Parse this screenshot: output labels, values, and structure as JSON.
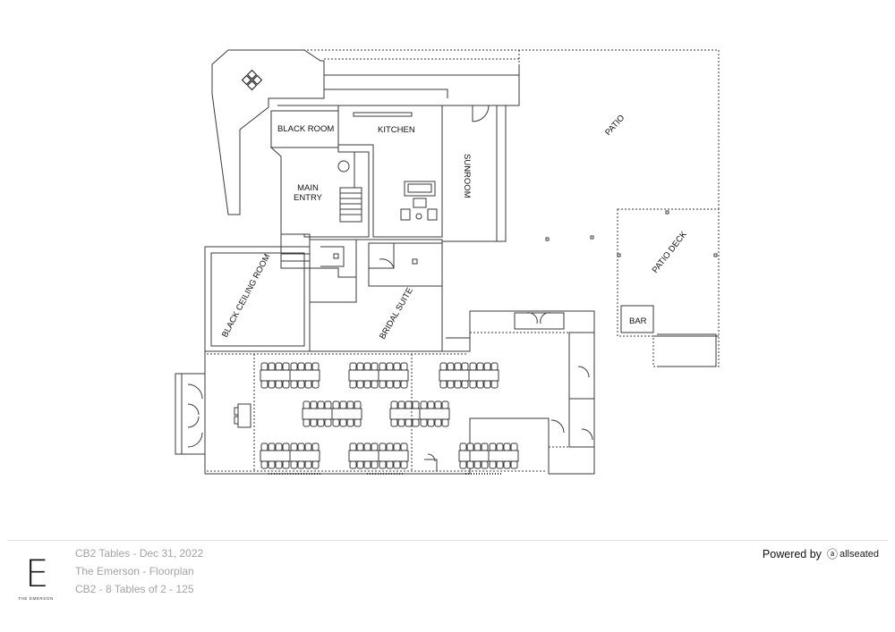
{
  "floorplan": {
    "rooms": [
      {
        "id": "black-room",
        "label": "BLACK ROOM"
      },
      {
        "id": "kitchen",
        "label": "KITCHEN"
      },
      {
        "id": "main-entry",
        "label": "MAIN\nENTRY"
      },
      {
        "id": "sunroom",
        "label": "SUNROOM"
      },
      {
        "id": "patio",
        "label": "PATIO"
      },
      {
        "id": "patio-deck",
        "label": "PATIO DECK"
      },
      {
        "id": "bar",
        "label": "BAR"
      },
      {
        "id": "black-ceiling-room",
        "label": "BLACK CEILING ROOM"
      },
      {
        "id": "bridal-suite",
        "label": "BRIDAL SUITE"
      }
    ],
    "table_groups": [
      {
        "row": 1,
        "tables": 2
      },
      {
        "row": 1,
        "tables": 2
      },
      {
        "row": 1,
        "tables": 2
      },
      {
        "row": 2,
        "tables": 2
      },
      {
        "row": 2,
        "tables": 2
      },
      {
        "row": 3,
        "tables": 2
      },
      {
        "row": 3,
        "tables": 2
      },
      {
        "row": 3,
        "tables": 2
      }
    ],
    "line_color": "#3a3a3a"
  },
  "footer": {
    "logo": {
      "letter": "E",
      "caption": "THE EMERSON"
    },
    "meta": [
      "CB2 Tables - Dec 31, 2022",
      "The Emerson - Floorplan",
      "CB2 - 8 Tables of 2 - 125"
    ],
    "powered_by": "Powered by",
    "brand": "allseated"
  }
}
